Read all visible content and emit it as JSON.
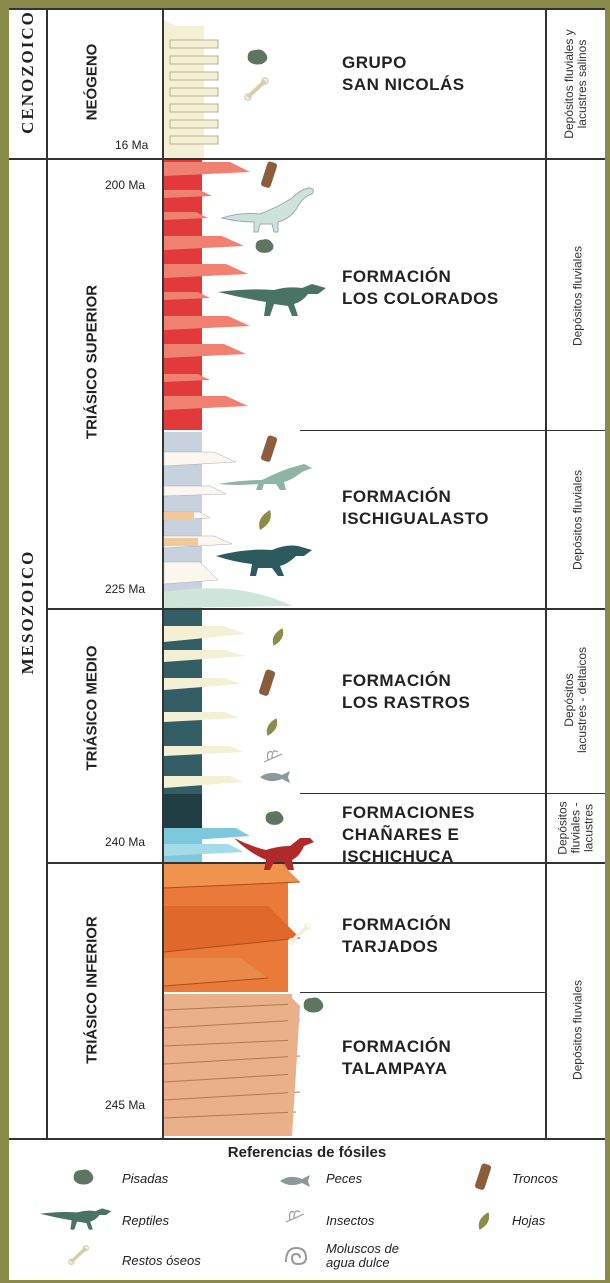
{
  "eras": {
    "cenozoic": "CENOZOICO",
    "mesozoic": "MESOZOICO"
  },
  "periods": {
    "neogene": "NEÓGENO",
    "triassic_upper": "TRIÁSICO SUPERIOR",
    "triassic_middle": "TRIÁSICO MEDIO",
    "triassic_lower": "TRIÁSICO INFERIOR"
  },
  "ages": {
    "a16": "16 Ma",
    "a200": "200 Ma",
    "a225": "225 Ma",
    "a240": "240 Ma",
    "a245": "245 Ma"
  },
  "formations": [
    {
      "id": "san-nicolas",
      "line1": "GRUPO",
      "line2": "SAN NICOLÁS",
      "line3": ""
    },
    {
      "id": "los-colorados",
      "line1": "FORMACIÓN",
      "line2": "LOS COLORADOS",
      "line3": ""
    },
    {
      "id": "ischigualasto",
      "line1": "FORMACIÓN",
      "line2": "ISCHIGUALASTO",
      "line3": ""
    },
    {
      "id": "los-rastros",
      "line1": "FORMACIÓN",
      "line2": "LOS RASTROS",
      "line3": ""
    },
    {
      "id": "chanares",
      "line1": "FORMACIONES",
      "line2": "CHAÑARES E",
      "line3": "ISCHICHUCA"
    },
    {
      "id": "tarjados",
      "line1": "FORMACIÓN",
      "line2": "TARJADOS",
      "line3": ""
    },
    {
      "id": "talampaya",
      "line1": "FORMACIÓN",
      "line2": "TALAMPAYA",
      "line3": ""
    }
  ],
  "environments": {
    "neogene_l1": "Depósitos fluviales y",
    "neogene_l2": "lacustres salinos",
    "colorados": "Depósitos fluviales",
    "ischigualasto": "Depósitos fluviales",
    "rastros_l1": "Depósitos",
    "rastros_l2": "lacustres - deltaicos",
    "chanares_l1": "Depósitos",
    "chanares_l2": "fluviales -",
    "chanares_l3": "lacustres",
    "lower": "Depósitos fluviales"
  },
  "legend": {
    "title": "Referencias de fósiles",
    "pisadas": "Pisadas",
    "peces": "Peces",
    "troncos": "Troncos",
    "reptiles": "Reptiles",
    "insectos": "Insectos",
    "hojas": "Hojas",
    "restos": "Restos óseos",
    "moluscos_l1": "Moluscos de",
    "moluscos_l2": "agua dulce"
  },
  "icons": [
    "footprint-icon",
    "bone-icon",
    "log-icon",
    "reptile-icon",
    "leaf-icon",
    "insect-icon",
    "fish-icon",
    "mollusc-icon"
  ],
  "colors": {
    "frame": "#8a8a4a",
    "neogene": "#f4f0d6",
    "colorados_dark": "#e23a3a",
    "colorados_light": "#f08070",
    "ischigualasto": "#c8d2df",
    "rastros": "#345e66",
    "chanares": "#7ec8dc",
    "tarjados": "#e97a3a",
    "talampaya": "#eab08a",
    "fossil_dark": "#5f7561",
    "log": "#8b5d3b",
    "reptile_red": "#b02a2a"
  }
}
